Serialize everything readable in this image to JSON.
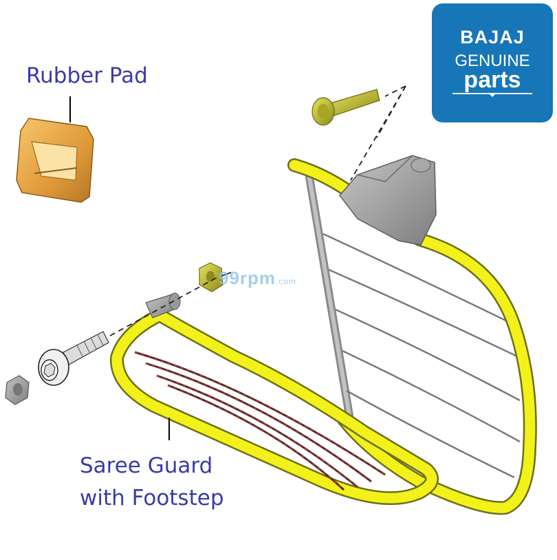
{
  "labels": {
    "rubber_pad": "Rubber Pad",
    "saree_guard_line1": "Saree Guard",
    "saree_guard_line2": "with Footstep"
  },
  "logo": {
    "brand": "BAJAJ",
    "line2": "GENUINE",
    "line3": "parts",
    "color": "#1676b8"
  },
  "watermark": {
    "main": "99rpm",
    "suffix": ".com"
  },
  "colors": {
    "label_text": "#3b3ba6",
    "frame_yellow": "#f2f21a",
    "frame_outline": "#6e6e1c",
    "bracket_grey": "#a4a4a4",
    "rubber_pad": "#e6a64a",
    "hardware_gold": "#c8c22a"
  },
  "parts": [
    {
      "name": "rubber-pad"
    },
    {
      "name": "saree-guard-with-footstep"
    },
    {
      "name": "bolt"
    },
    {
      "name": "nut"
    },
    {
      "name": "spacer"
    },
    {
      "name": "mounting-bracket"
    },
    {
      "name": "bracket-bolt"
    }
  ]
}
